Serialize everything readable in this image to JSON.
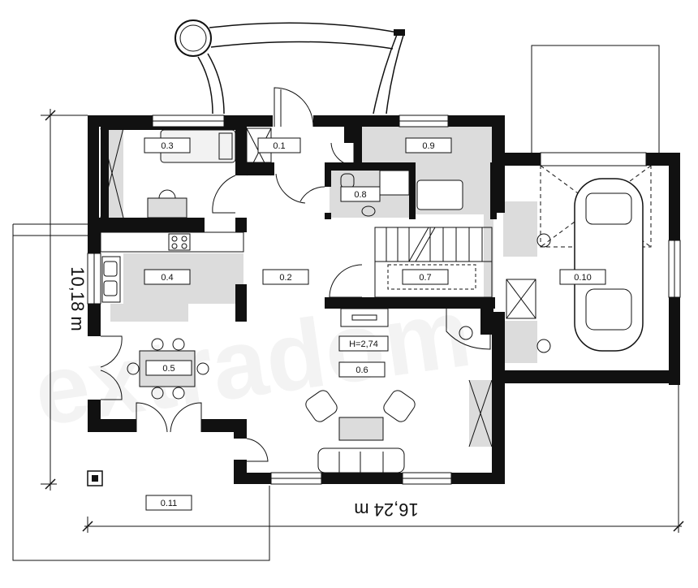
{
  "rooms": {
    "r01": "0.1",
    "r02": "0.2",
    "r03": "0.3",
    "r04": "0.4",
    "r05": "0.5",
    "r06": "0.6",
    "r07": "0.7",
    "r08": "0.8",
    "r09": "0.9",
    "r10": "0.10",
    "r11": "0.11"
  },
  "height_label": "H=2,74",
  "dimensions": {
    "width": "16,24 m",
    "depth": "10,18 m"
  },
  "watermark": "extradom",
  "colors": {
    "wall": "#111111",
    "fill": "#dcdcdc"
  }
}
